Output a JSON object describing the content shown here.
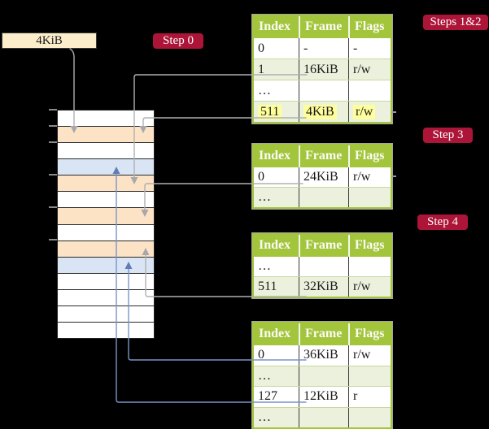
{
  "cr3_box": {
    "label": "4KiB"
  },
  "steps": {
    "step0": "Step 0",
    "steps12": "Steps 1&2",
    "step3": "Step 3",
    "step4": "Step 4"
  },
  "memory": {
    "rows": [
      {
        "kind": "empty"
      },
      {
        "kind": "page-table"
      },
      {
        "kind": "empty"
      },
      {
        "kind": "mapped-frame"
      },
      {
        "kind": "page-table"
      },
      {
        "kind": "empty"
      },
      {
        "kind": "page-table"
      },
      {
        "kind": "empty"
      },
      {
        "kind": "page-table"
      },
      {
        "kind": "mapped-frame"
      },
      {
        "kind": "empty"
      },
      {
        "kind": "empty"
      },
      {
        "kind": "empty"
      },
      {
        "kind": "empty"
      }
    ]
  },
  "tables": [
    {
      "headers": [
        "Index",
        "Frame",
        "Flags"
      ],
      "rows": [
        {
          "kind": "plain",
          "cells": [
            "0",
            "-",
            "-"
          ]
        },
        {
          "kind": "shade",
          "cells": [
            "1",
            "16KiB",
            "r/w"
          ]
        },
        {
          "kind": "plain",
          "cells": [
            "…",
            "",
            ""
          ]
        },
        {
          "kind": "shade hl",
          "cells": [
            "511",
            "4KiB",
            "r/w"
          ]
        }
      ]
    },
    {
      "headers": [
        "Index",
        "Frame",
        "Flags"
      ],
      "rows": [
        {
          "kind": "plain",
          "cells": [
            "0",
            "24KiB",
            "r/w"
          ]
        },
        {
          "kind": "shade",
          "cells": [
            "…",
            "",
            ""
          ]
        }
      ]
    },
    {
      "headers": [
        "Index",
        "Frame",
        "Flags"
      ],
      "rows": [
        {
          "kind": "plain",
          "cells": [
            "…",
            "",
            ""
          ]
        },
        {
          "kind": "shade",
          "cells": [
            "511",
            "32KiB",
            "r/w"
          ]
        }
      ]
    },
    {
      "headers": [
        "Index",
        "Frame",
        "Flags"
      ],
      "rows": [
        {
          "kind": "plain",
          "cells": [
            "0",
            "36KiB",
            "r/w"
          ]
        },
        {
          "kind": "shade",
          "cells": [
            "…",
            "",
            ""
          ]
        },
        {
          "kind": "plain",
          "cells": [
            "127",
            "12KiB",
            "r"
          ]
        },
        {
          "kind": "shade",
          "cells": [
            "…",
            "",
            ""
          ]
        }
      ]
    }
  ],
  "colors": {
    "step_label_red": "#AC1538",
    "table_header_green": "#A3C53C",
    "table_shade_green": "#EBF1DC",
    "memory_page_table_peach": "#FCE3C5",
    "memory_mapped_frame_blue": "#D9E4F4",
    "cr3_box_wheat": "#FCEECB",
    "highlight_yellow": "#FEFE9C",
    "arrow_gray": "#B0B0B0",
    "arrow_blue": "#7A94C8"
  }
}
